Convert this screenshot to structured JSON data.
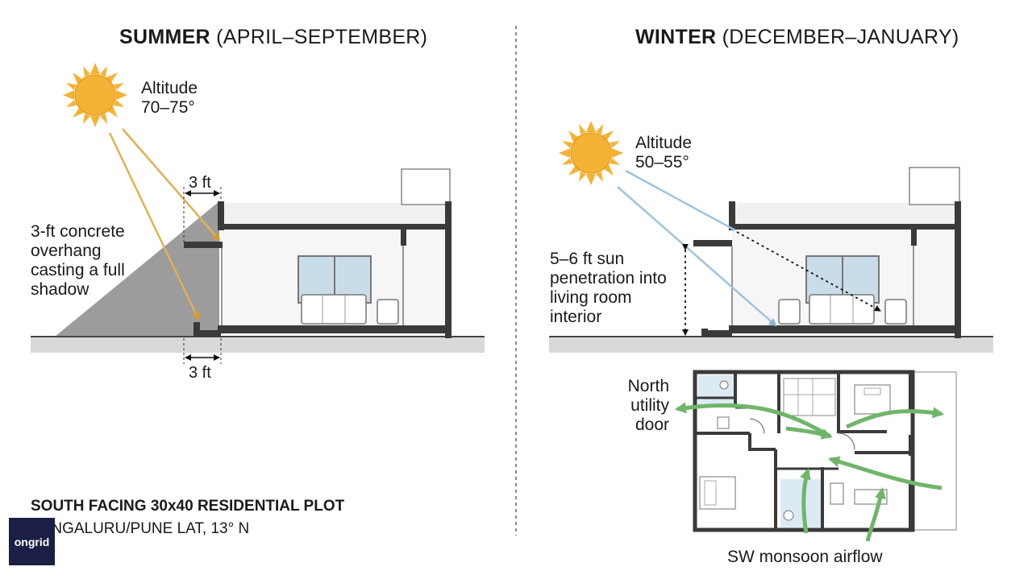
{
  "summer": {
    "title_bold": "SUMMER",
    "title_rest": "(APRIL–SEPTEMBER)",
    "altitude_label": "Altitude\n70–75°",
    "overhang_label": "3-ft concrete\noverhang\ncasting a full\nshadow",
    "dim_top": "3 ft",
    "dim_bottom": "3 ft"
  },
  "winter": {
    "title_bold": "WINTER",
    "title_rest": "(DECEMBER–JANUARY)",
    "altitude_label": "Altitude\n50–55°",
    "penetration_label": "5–6 ft sun\npenetration into\nliving room\ninterior",
    "door_label": "North\nutility\ndoor",
    "airflow_label": "SW monsoon airflow"
  },
  "plot": {
    "title": "SOUTH FACING 30x40 RESIDENTIAL PLOT",
    "subtitle": "BENGALURU/PUNE LAT, 13° N"
  },
  "brand": {
    "name": "ongrid"
  },
  "colors": {
    "sun": "#f5b335",
    "summer_ray": "#e2b052",
    "winter_ray": "#9fc4dd",
    "airflow": "#6fb56a",
    "shadow": "#9c9c9c",
    "wall": "#3a3a3a",
    "ground": "#d9d9d9"
  }
}
